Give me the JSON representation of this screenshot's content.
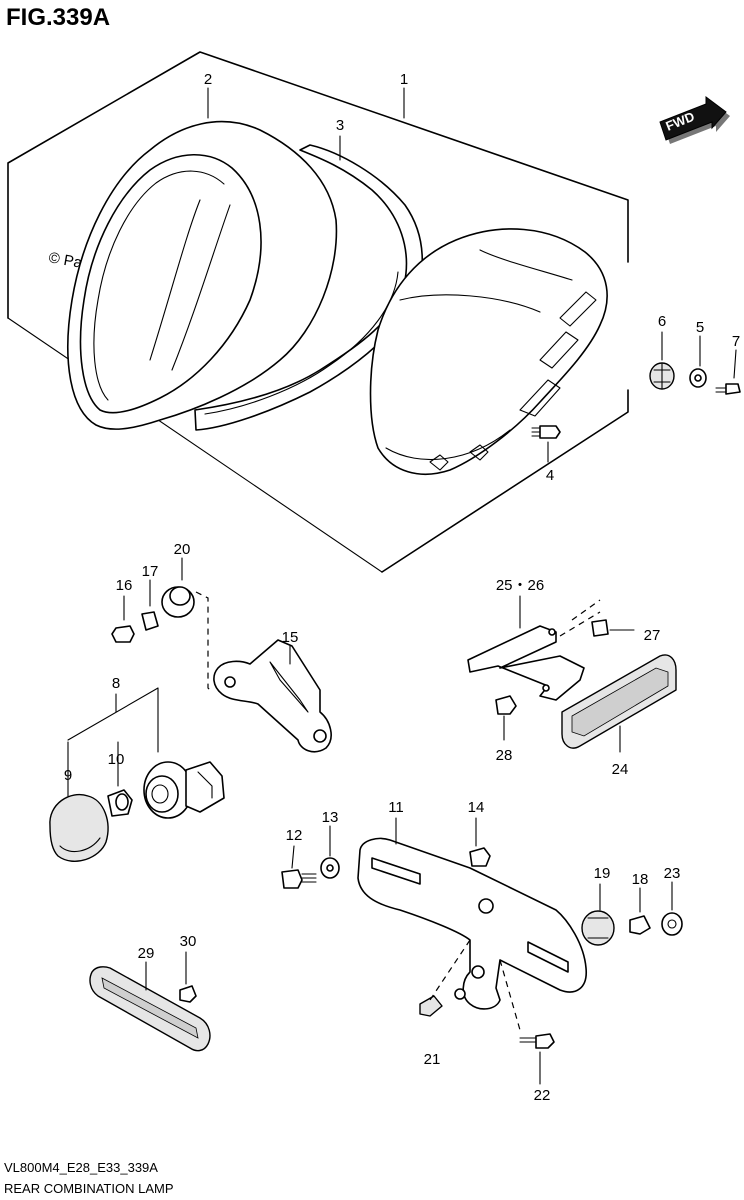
{
  "figure": {
    "title": "FIG.339A",
    "code": "VL800M4_E28_E33_339A",
    "name": "REAR COMBINATION LAMP"
  },
  "watermark": "© Partzilla.com",
  "fwd_label": "FWD",
  "callouts": {
    "p1": "1",
    "p2": "2",
    "p3": "3",
    "p4": "4",
    "p5": "5",
    "p6": "6",
    "p7": "7",
    "p8": "8",
    "p9": "9",
    "p10": "10",
    "p11": "11",
    "p12": "12",
    "p13": "13",
    "p14": "14",
    "p15": "15",
    "p16": "16",
    "p17": "17",
    "p18": "18",
    "p19": "19",
    "p20": "20",
    "p21": "21",
    "p22": "22",
    "p23": "23",
    "p24": "24",
    "p25_26": "25・26",
    "p27": "27",
    "p28": "28",
    "p29": "29",
    "p30": "30"
  }
}
